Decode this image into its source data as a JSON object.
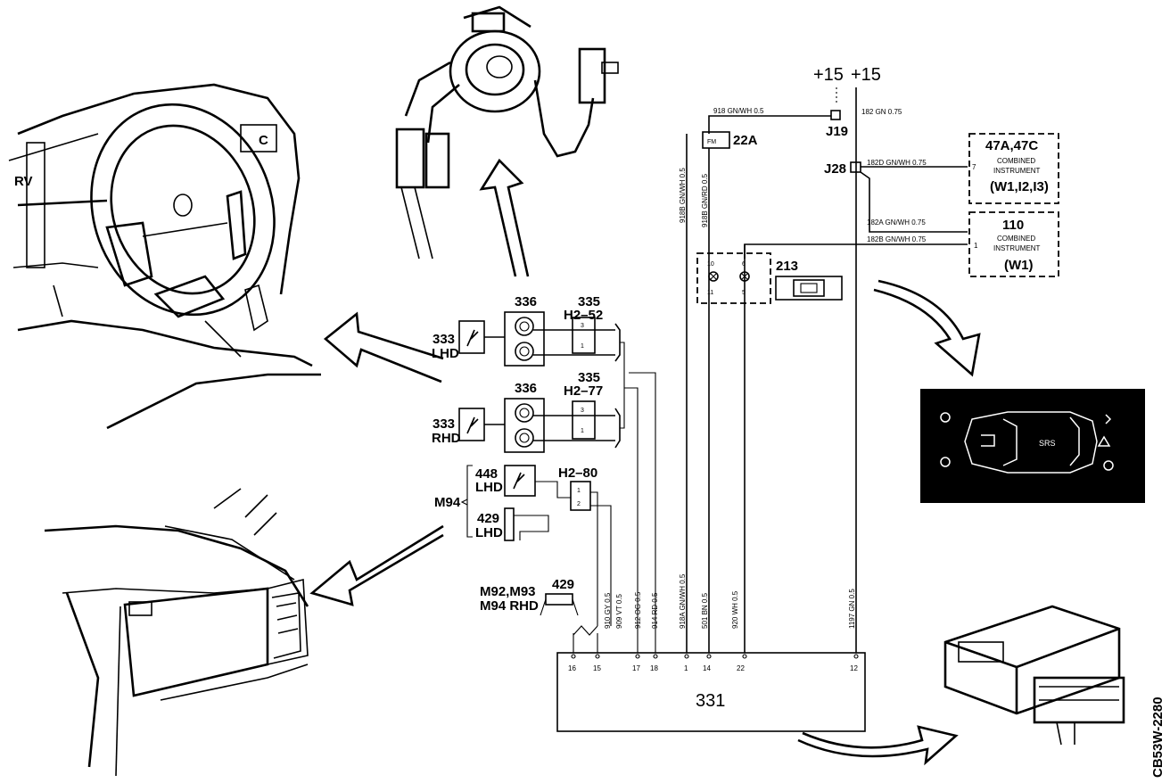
{
  "supply": {
    "label_a": "+15",
    "label_b": "+15"
  },
  "connectors": {
    "j19": "J19",
    "j28": "J28",
    "c335a_num": "335",
    "c335a_id": "H2–52",
    "c335b_num": "335",
    "c335b_id": "H2–77",
    "h280": "H2–80"
  },
  "components": {
    "c336a": "336",
    "c336b": "336",
    "c333lhd_num": "333",
    "c333lhd_side": "LHD",
    "c333rhd_num": "333",
    "c333rhd_side": "RHD",
    "c448_num": "448",
    "c448_side": "LHD",
    "c429l_num": "429",
    "c429l_side": "LHD",
    "m94": "M94",
    "c429r_num": "429",
    "m92_line1": "M92,M93",
    "m92_line2": "M94  RHD",
    "fuse_22a": "22A",
    "fuse_mark": "FM",
    "c213": "213",
    "ecu": "331",
    "ci_47_title": "47A,47C",
    "ci_47_l1": "COMBINED",
    "ci_47_l2": "INSTRUMENT",
    "ci_47_l3": "(W1,I2,I3)",
    "ci_110_title": "110",
    "ci_110_l1": "COMBINED",
    "ci_110_l2": "INSTRUMENT",
    "ci_110_l3": "(W1)"
  },
  "wires": {
    "w918": "918  GN/WH  0.5",
    "w182": "182  GN  0.75",
    "w182d": "182D  GN/WH  0.75",
    "w182a": "182A  GN/WH  0.75",
    "w182b": "182B  GN/WH  0.75",
    "w918b_gnwh": "918B  GN/WH  0.5",
    "w918b_gnrd": "918B  GN/RD  0.5",
    "w910": "910  GY  0.5",
    "w909": "909  VT  0.5",
    "w912": "912  OG  0.5",
    "w914": "914  RD  0.5",
    "w918a": "918A  GN/WH  0.5",
    "w501": "501  BN  0.5",
    "w920": "920  WH  0.5",
    "w1197": "1197  GN  0.5"
  },
  "pins": {
    "p16": "16",
    "p15": "15",
    "p17": "17",
    "p18": "18",
    "p1": "1",
    "p14": "14",
    "p22": "22",
    "p12": "12",
    "ci47_pin": "7",
    "ci110_pin": "1",
    "h252_top": "3",
    "h252_bot": "1",
    "h277_top": "3",
    "h277_bot": "1",
    "h280_top": "1",
    "h280_bot": "2",
    "lamp_l_top": "10",
    "lamp_l_bot": "11",
    "lamp_r_top": "6",
    "lamp_r_bot": "5"
  },
  "display_text": "SRS",
  "figure_code": "CB53W-2280"
}
